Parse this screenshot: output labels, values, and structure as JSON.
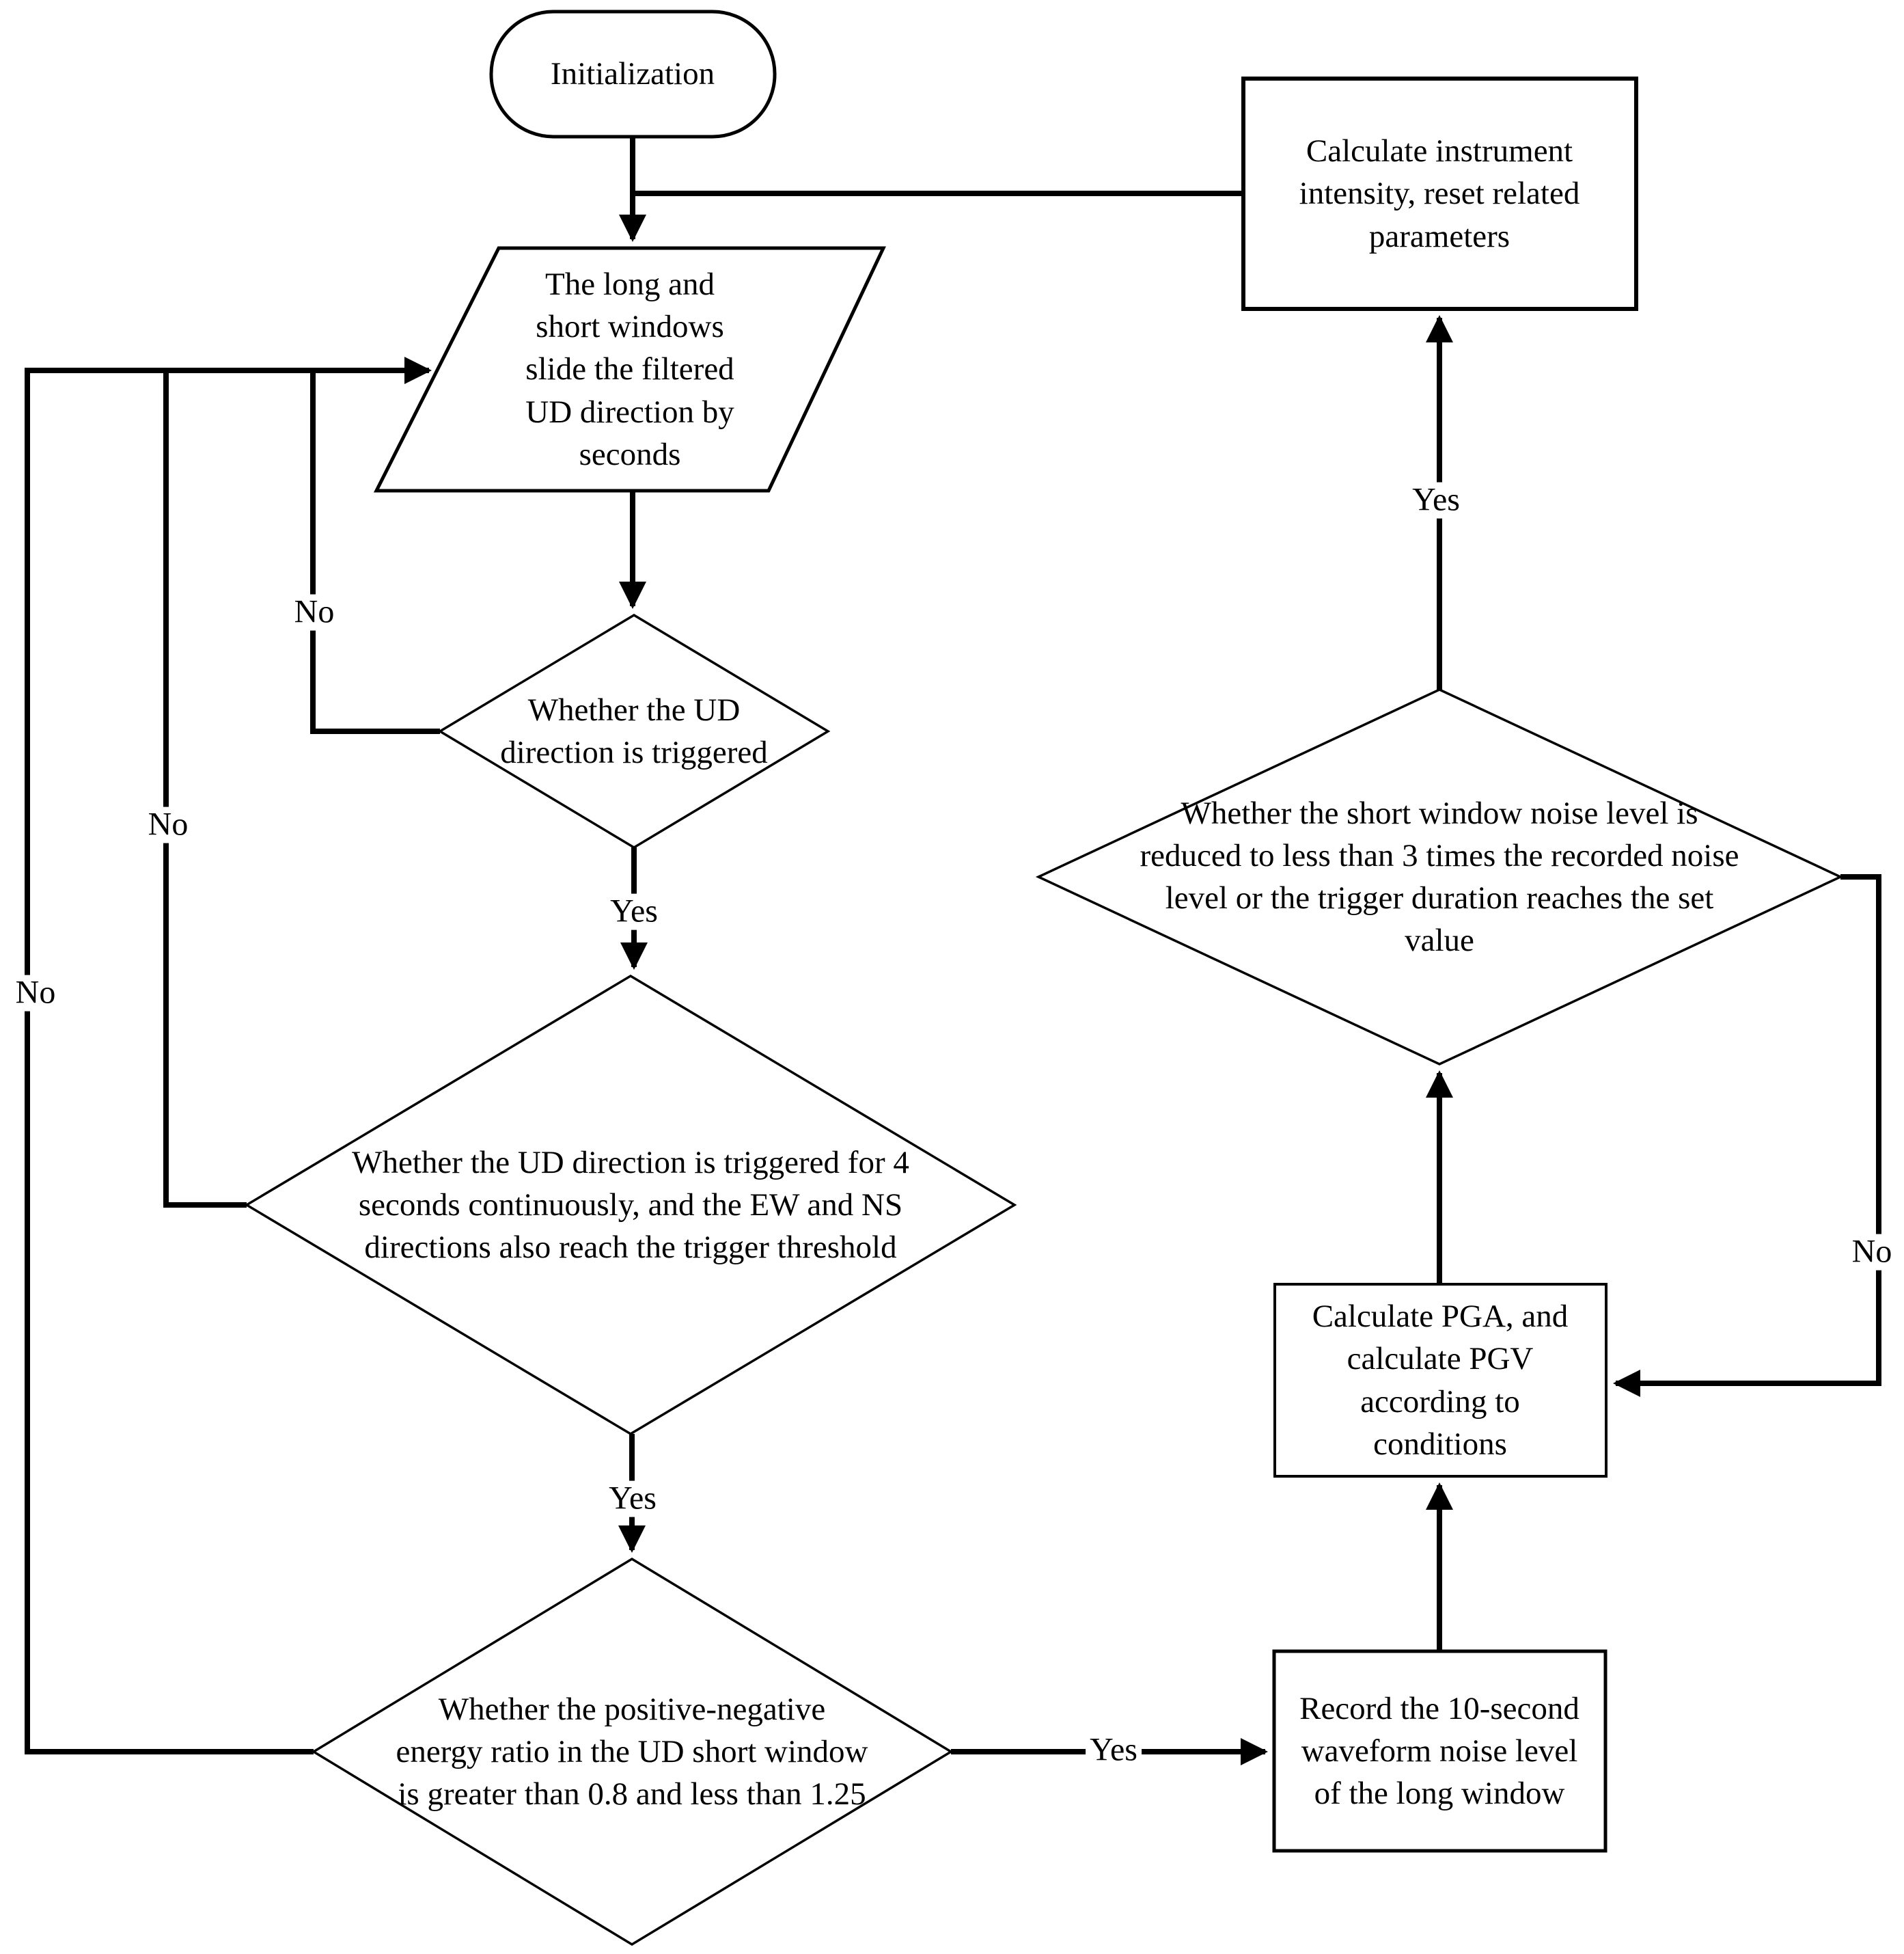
{
  "diagram": {
    "type": "flowchart",
    "nodes": {
      "initialization": {
        "label": "Initialization",
        "shape": "terminator"
      },
      "slide_windows": {
        "label": "The long and\nshort windows\nslide the filtered\nUD direction by\nseconds",
        "shape": "parallelogram"
      },
      "ud_triggered": {
        "label": "Whether the UD\ndirection is triggered",
        "shape": "decision"
      },
      "ud_4s": {
        "label": "Whether the UD direction is triggered for 4\nseconds continuously, and the EW and NS\ndirections also reach the trigger threshold",
        "shape": "decision"
      },
      "energy_ratio": {
        "label": "Whether the positive-negative\nenergy ratio in the UD short window\nis greater than 0.8 and less than 1.25",
        "shape": "decision"
      },
      "noise_reduced": {
        "label": "Whether the short window noise level is\nreduced to less than 3 times the recorded noise\nlevel or the trigger duration reaches the set\nvalue",
        "shape": "decision"
      },
      "calc_intensity": {
        "label": "Calculate instrument\nintensity, reset related\nparameters",
        "shape": "process"
      },
      "calc_pga": {
        "label": "Calculate PGA, and\ncalculate PGV\naccording to\nconditions",
        "shape": "process"
      },
      "record_noise": {
        "label": "Record the 10-second\nwaveform noise level\nof the long window",
        "shape": "process"
      }
    },
    "edge_labels": {
      "ud_triggered_yes": "Yes",
      "ud_triggered_no": "No",
      "ud_4s_yes": "Yes",
      "ud_4s_no": "No",
      "energy_ratio_yes": "Yes",
      "energy_ratio_no": "No",
      "noise_reduced_yes": "Yes",
      "noise_reduced_no": "No"
    },
    "theme": {
      "line_color": "#000000",
      "shape_fill": "#ffffff",
      "background": "#ffffff",
      "text_color": "#000000"
    }
  }
}
